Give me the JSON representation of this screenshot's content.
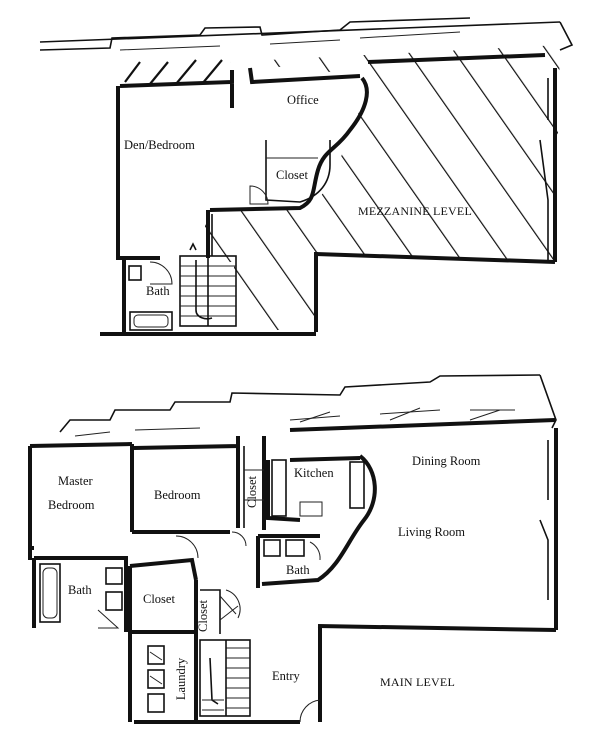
{
  "mezzanine": {
    "level_label": "MEZZANINE LEVEL",
    "rooms": {
      "office": "Office",
      "den_bedroom": "Den/Bedroom",
      "closet": "Closet",
      "bath": "Bath"
    }
  },
  "main": {
    "level_label": "MAIN LEVEL",
    "rooms": {
      "master_bedroom_line1": "Master",
      "master_bedroom_line2": "Bedroom",
      "bedroom": "Bedroom",
      "closet_vertical": "Closet",
      "kitchen": "Kitchen",
      "dining_room": "Dining Room",
      "living_room": "Living Room",
      "bath_left": "Bath",
      "bath_right": "Bath",
      "closet_hall": "Closet",
      "closet_small": "Closet",
      "laundry": "Laundry",
      "entry": "Entry"
    }
  }
}
